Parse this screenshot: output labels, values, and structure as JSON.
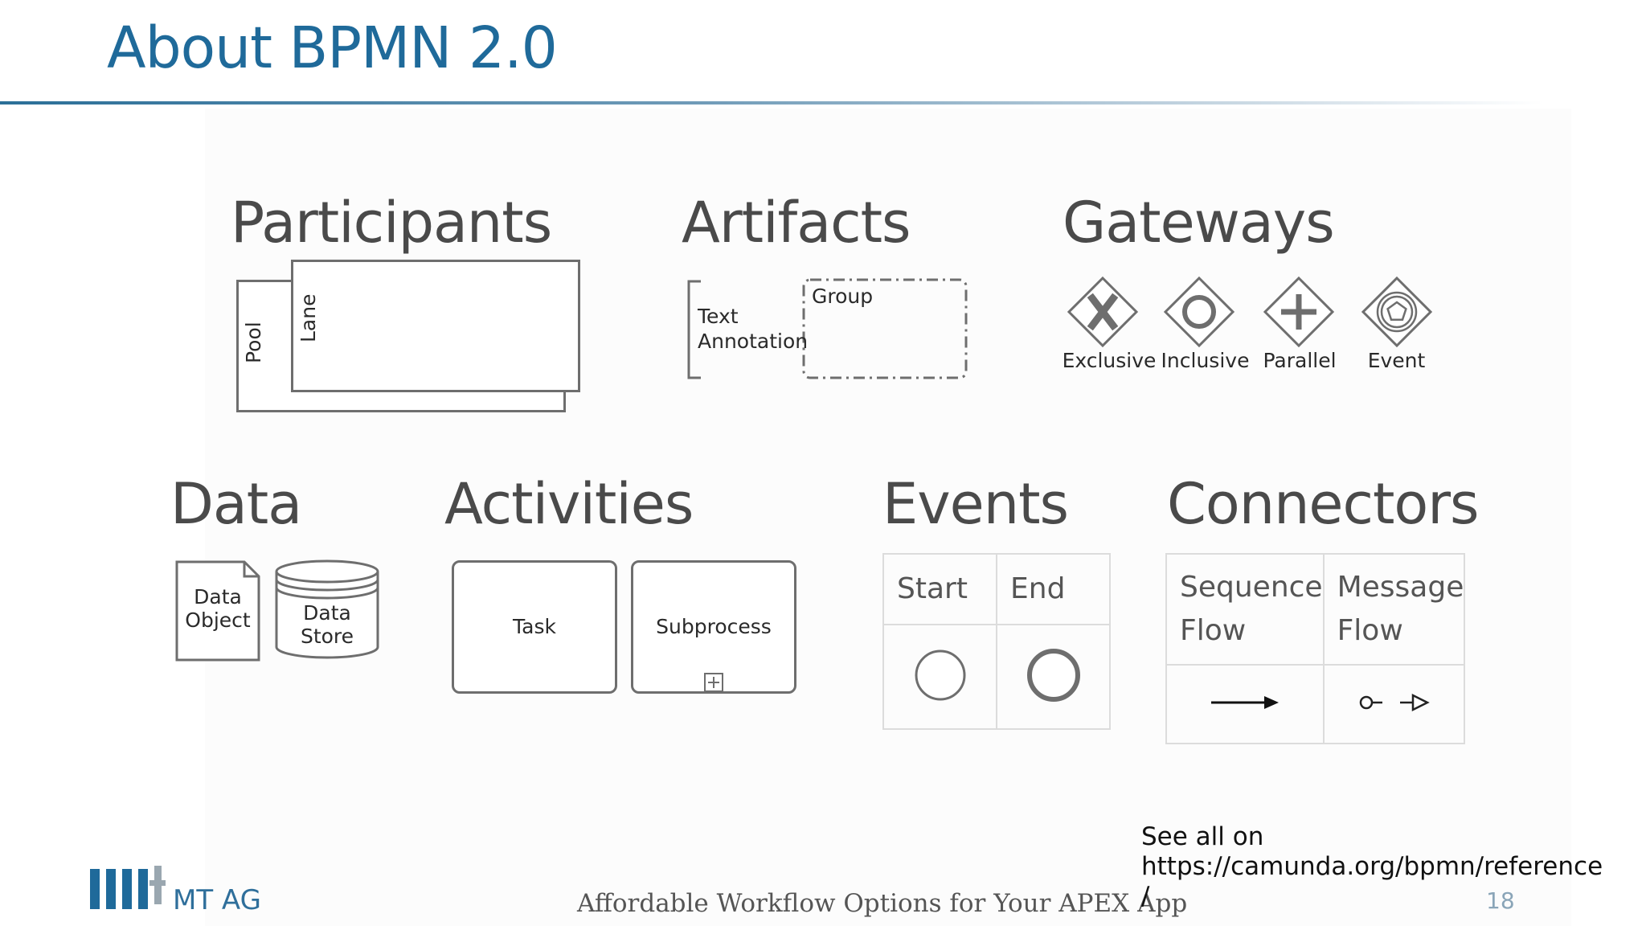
{
  "slide": {
    "title": "About BPMN 2.0",
    "page_number": "18",
    "footer": "Affordable Workflow Options for Your APEX App",
    "see_all_line1": "See all on",
    "see_all_line2": "https://camunda.org/bpmn/reference",
    "see_all_line3": "/",
    "logo_text": "MT AG"
  },
  "participants": {
    "heading": "Participants",
    "pool": "Pool",
    "lane": "Lane"
  },
  "artifacts": {
    "heading": "Artifacts",
    "annotation_line1": "Text",
    "annotation_line2": "Annotation",
    "group": "Group"
  },
  "gateways": {
    "heading": "Gateways",
    "items": [
      {
        "label": "Exclusive",
        "icon": "exclusive-gateway-icon"
      },
      {
        "label": "Inclusive",
        "icon": "inclusive-gateway-icon"
      },
      {
        "label": "Parallel",
        "icon": "parallel-gateway-icon"
      },
      {
        "label": "Event",
        "icon": "event-gateway-icon"
      }
    ]
  },
  "data": {
    "heading": "Data",
    "object_line1": "Data",
    "object_line2": "Object",
    "store_line1": "Data",
    "store_line2": "Store"
  },
  "activities": {
    "heading": "Activities",
    "task": "Task",
    "subprocess": "Subprocess"
  },
  "events": {
    "heading": "Events",
    "start": "Start",
    "end": "End"
  },
  "connectors": {
    "heading": "Connectors",
    "sequence_line1": "Sequence",
    "sequence_line2": "Flow",
    "message_line1": "Message",
    "message_line2": "Flow"
  },
  "colors": {
    "title": "#1f6a9a",
    "heading": "#4a4a4a",
    "shape_stroke": "#6e6e6e",
    "logo": "#1f6a9a"
  }
}
